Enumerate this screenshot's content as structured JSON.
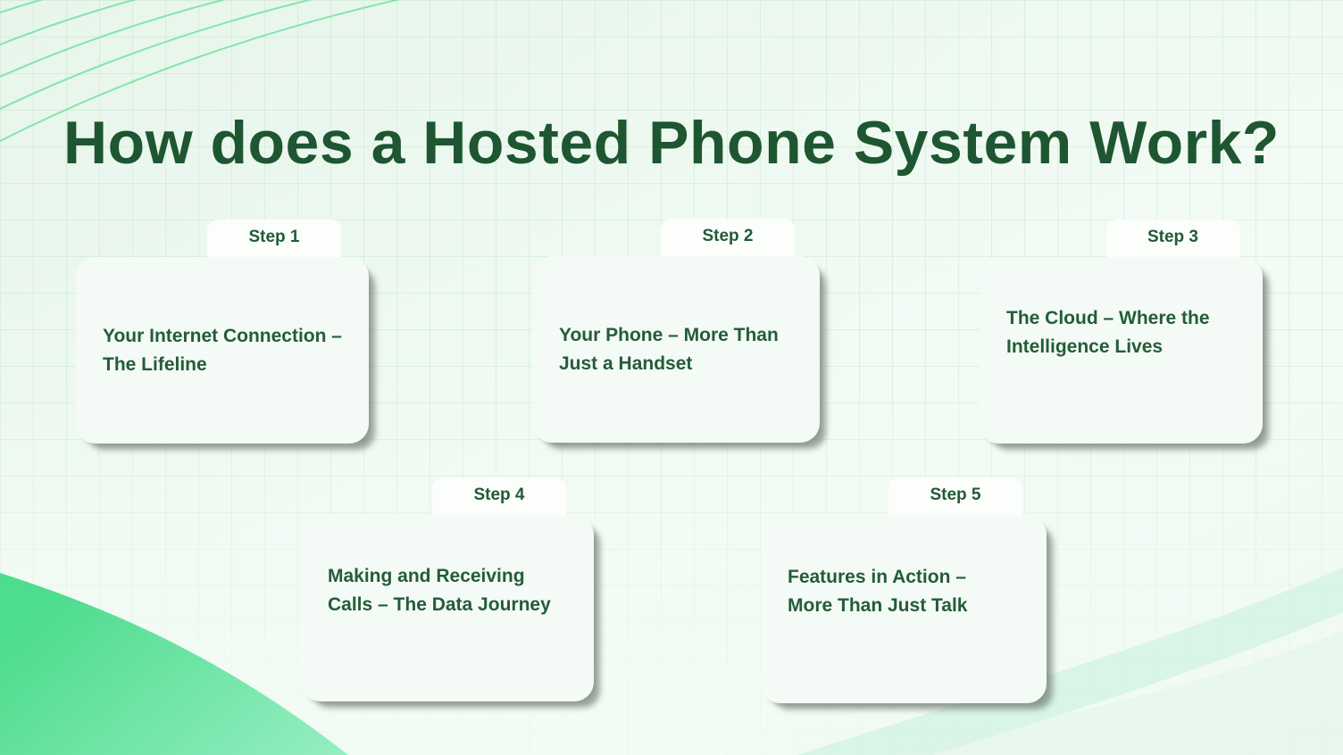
{
  "page": {
    "title": "How does a Hosted Phone System Work?"
  },
  "steps": [
    {
      "label": "Step 1",
      "title": "Your Internet Connection – The Lifeline",
      "lines": [
        "Your Internet Connection –",
        "The Lifeline"
      ]
    },
    {
      "label": "Step 2",
      "title": "Your Phone – More Than Just a Handset",
      "lines": [
        "Your Phone – More Than",
        "Just a Handset"
      ]
    },
    {
      "label": "Step 3",
      "title": "The Cloud – Where the Intelligence Lives",
      "lines": [
        "The Cloud – Where the",
        "Intelligence Lives"
      ]
    },
    {
      "label": "Step 4",
      "title": "Making and Receiving Calls – The Data Journey",
      "lines": [
        "Making and Receiving",
        "Calls – The Data Journey"
      ]
    },
    {
      "label": "Step 5",
      "title": "Features in Action – More Than Just Talk",
      "lines": [
        "Features in Action –",
        "More Than Just Talk"
      ]
    }
  ],
  "colors": {
    "heading_green": "#1E5631",
    "card_text_green": "#245C38",
    "accent_green": "#4EDC8E",
    "card_bg": "#F4FAF6",
    "page_bg": "#ECF8EF"
  }
}
